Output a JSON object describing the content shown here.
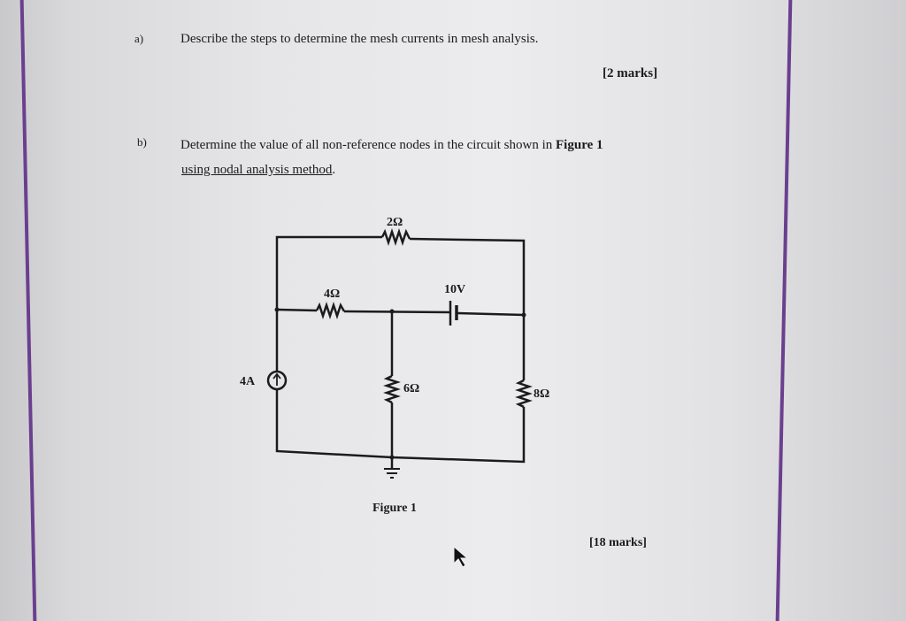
{
  "question_a": {
    "label": "a)",
    "text": "Describe the steps to determine the mesh currents in mesh analysis.",
    "marks": "[2 marks]"
  },
  "question_b": {
    "label": "b)",
    "text": "Determine the value of all non-reference nodes in the circuit shown in",
    "figure_ref": "Figure 1",
    "line2": "using nodal analysis method",
    "line2_end": ".",
    "marks": "[18 marks]"
  },
  "figure": {
    "caption": "Figure 1",
    "r_top": "2Ω",
    "r_mid": "4Ω",
    "v_source": "10V",
    "i_source": "4A",
    "r_center": "6Ω",
    "r_right": "8Ω"
  }
}
